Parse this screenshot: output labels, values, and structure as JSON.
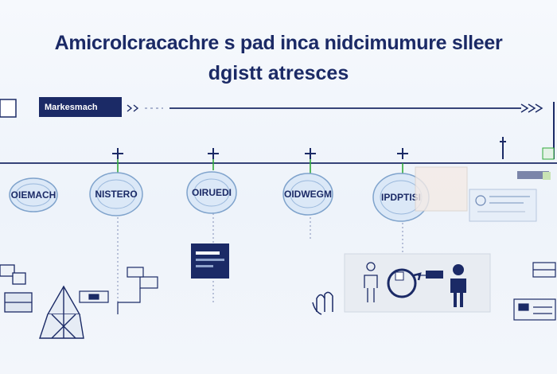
{
  "title": "Amicrolcracachre s pad inca  nidcimumure slleer",
  "subtitle": "dgistt atresces",
  "start_tag": "Markesmach",
  "nodes": [
    {
      "label": "OIEMACH"
    },
    {
      "label": "NISTERO"
    },
    {
      "label": "OIRUEDI"
    },
    {
      "label": "OIDWEGM"
    },
    {
      "label": "IPDPTISI"
    }
  ],
  "colors": {
    "navy": "#1b2a66",
    "bubble": "#dbe8f7",
    "bubble_edge": "#7fa3cc",
    "green": "#2faa3a",
    "panel": "#e8ecf2"
  },
  "icons": [
    "stacked-boxes-icon",
    "triangle-structure-icon",
    "device-stack-icon",
    "document-panel-icon",
    "hand-icon",
    "person-figure-icon",
    "circular-arrow-icon",
    "server-rack-icon"
  ]
}
